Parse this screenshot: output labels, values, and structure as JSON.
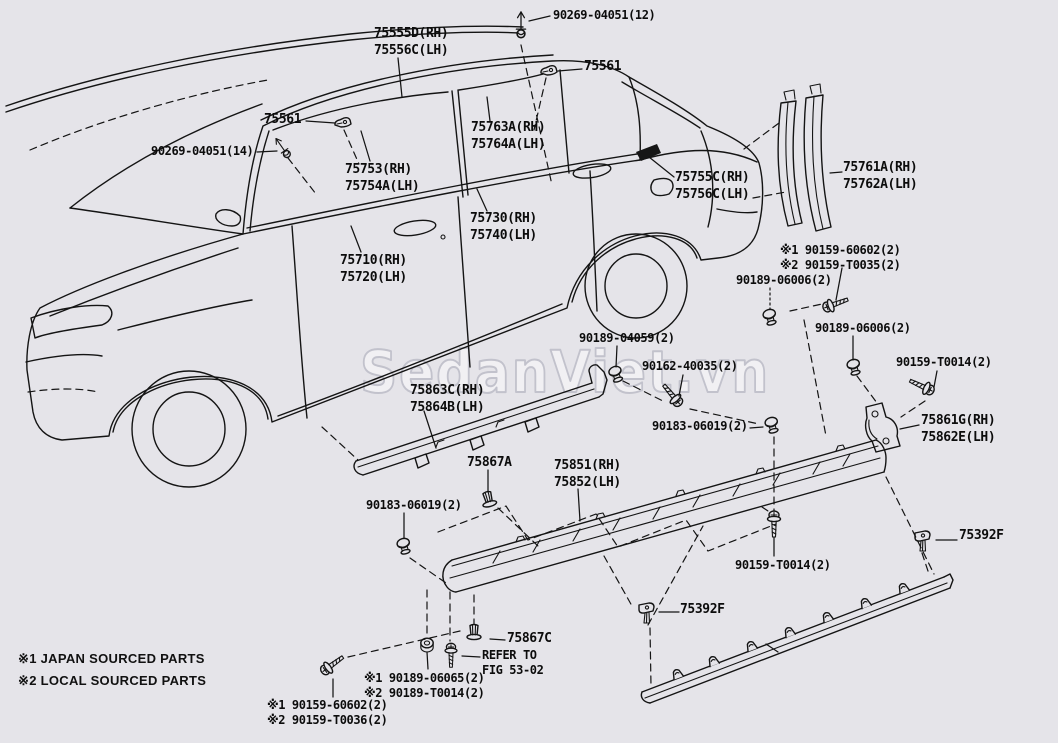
{
  "watermark": "SedanViet.vn",
  "notes": {
    "n1": "※1 JAPAN SOURCED PARTS",
    "n2": "※2 LOCAL SOURCED PARTS"
  },
  "labels": {
    "bolt_roof_12": "90269-04051(12)",
    "roof_drip_molding": "75555D(RH)\n75556C(LH)",
    "clip_roof_rear": "75561",
    "clip_roof_front": "75561",
    "bolt_roof_14": "90269-04051(14)",
    "rear_door_frame_molding": "75763A(RH)\n75764A(LH)",
    "front_door_frame_molding": "75753(RH)\n75754A(LH)",
    "rear_door_sash_tape": "75755C(RH)\n75756C(LH)",
    "center_pillar_tape": "75761A(RH)\n75762A(LH)",
    "rear_belt_molding": "75730(RH)\n75740(LH)",
    "front_belt_molding": "75710(RH)\n75720(LH)",
    "screws_pillar": "※1 90159-60602(2)\n※2 90159-T0035(2)",
    "grommet_upper": "90189-06006(2)",
    "grommet_lower": "90189-06006(2)",
    "screw_t0014_right": "90159-T0014(2)",
    "bracket_rocker": "75861G(RH)\n75862E(LH)",
    "clip_04059": "90189-04059(2)",
    "screw_40035": "90162-40035(2)",
    "sill_plate": "75863C(RH)\n75864B(LH)",
    "clip_06019_right": "90183-06019(2)",
    "clip_75867a": "75867A",
    "rocker_molding": "75851(RH)\n75852(LH)",
    "clip_06019_left": "90183-06019(2)",
    "clip_75392f_right": "75392F",
    "screw_t0014_bottom": "90159-T0014(2)",
    "clip_75392f_left": "75392F",
    "clip_75867c": "75867C",
    "refer_fig": "REFER TO\nFIG 53-02",
    "fasteners_06065": "※1 90189-06065(2)\n※2 90189-T0014(2)",
    "screws_bottom": "※1 90159-60602(2)\n※2 90159-T0036(2)"
  }
}
